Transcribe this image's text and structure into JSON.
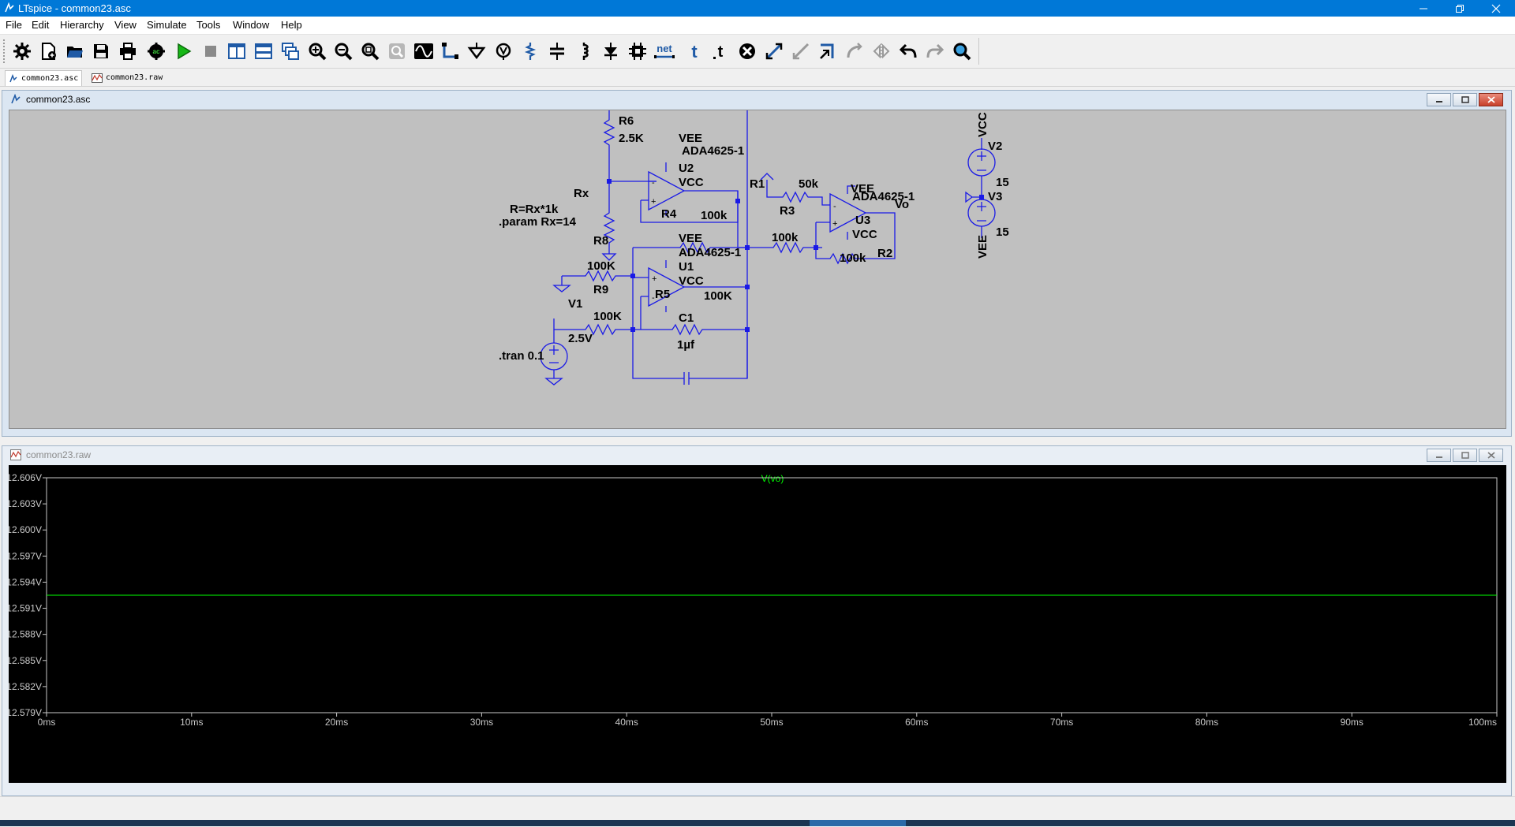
{
  "window": {
    "title": "LTspice - common23.asc"
  },
  "menu": [
    "File",
    "Edit",
    "Hierarchy",
    "View",
    "Simulate",
    "Tools",
    "Window",
    "Help"
  ],
  "toolbar": {
    "net_label": "net",
    "text_label": "t",
    "buttons": [
      "settings-icon",
      "new-schematic-icon",
      "open-icon",
      "save-icon",
      "print-icon",
      "ac-analysis-icon",
      "run-icon",
      "halt-icon",
      "tile-vertical-icon",
      "tile-horizontal-icon",
      "cascade-icon",
      "zoom-in-icon",
      "zoom-out-icon",
      "zoom-fit-icon",
      "zoom-back-icon",
      "autorange-icon",
      "wire-icon",
      "ground-icon",
      "label-icon",
      "resistor-icon",
      "capacitor-icon",
      "inductor-icon",
      "diode-icon",
      "component-icon",
      "net-label-icon",
      "text-icon",
      "spice-directive-icon",
      "delete-icon",
      "move-icon",
      "drag-icon",
      "rotate-icon",
      "mirror-icon",
      "flip-icon",
      "undo-icon",
      "redo-icon",
      "find-icon"
    ]
  },
  "tabs": [
    {
      "label": "common23.asc"
    },
    {
      "label": "common23.raw"
    }
  ],
  "schematic": {
    "title": "common23.asc",
    "labels": {
      "r6": "R6",
      "r6_val": "2.5K",
      "rx": "Rx",
      "rx_formula": "R=Rx*1k",
      "param": ".param Rx=14",
      "u2_vee": "VEE",
      "u2_part": "ADA4625-1",
      "u2_name": "U2",
      "u2_vcc": "VCC",
      "r4": "R4",
      "r4_val": "100k",
      "r8": "R8",
      "r8_val": "100K",
      "u1_vee": "VEE",
      "u1_part": "ADA4625-1",
      "u1_name": "U1",
      "u1_vcc": "VCC",
      "r9": "R9",
      "r9_val": "100K",
      "v1": "V1",
      "v1_val": "2.5V",
      "r5": "R5",
      "r5_val": "100K",
      "c1": "C1",
      "c1_val": "1µf",
      "tran": ".tran 0.1",
      "r1": "R1",
      "r1_val": "50k",
      "r3": "R3",
      "r3_val": "100k",
      "u3_vee": "VEE",
      "u3_part": "ADA4625-1",
      "u3_name": "U3",
      "u3_vcc": "VCC",
      "vo": "Vo",
      "r2": "R2",
      "r2_val": "100k",
      "vcc": "VCC",
      "v2": "V2",
      "v2_val": "15",
      "v3": "V3",
      "v3_val": "15",
      "vee": "VEE"
    }
  },
  "waveform": {
    "title": "common23.raw",
    "chart_data": {
      "type": "line",
      "title": "",
      "series": [
        {
          "name": "V(vo)",
          "color": "#00ff00",
          "x": [
            0,
            100
          ],
          "y": [
            12.5925,
            12.5925
          ]
        }
      ],
      "xlabel": "",
      "ylabel": "",
      "xlim": [
        0,
        100
      ],
      "ylim": [
        12.579,
        12.606
      ],
      "x_ticks": [
        "0ms",
        "10ms",
        "20ms",
        "30ms",
        "40ms",
        "50ms",
        "60ms",
        "70ms",
        "80ms",
        "90ms",
        "100ms"
      ],
      "x_tick_values": [
        0,
        10,
        20,
        30,
        40,
        50,
        60,
        70,
        80,
        90,
        100
      ],
      "y_ticks": [
        "12.606V",
        "12.603V",
        "12.600V",
        "12.597V",
        "12.594V",
        "12.591V",
        "12.588V",
        "12.585V",
        "12.582V",
        "12.579V"
      ],
      "y_tick_values": [
        12.606,
        12.603,
        12.6,
        12.597,
        12.594,
        12.591,
        12.588,
        12.585,
        12.582,
        12.579
      ],
      "grid": false
    }
  }
}
